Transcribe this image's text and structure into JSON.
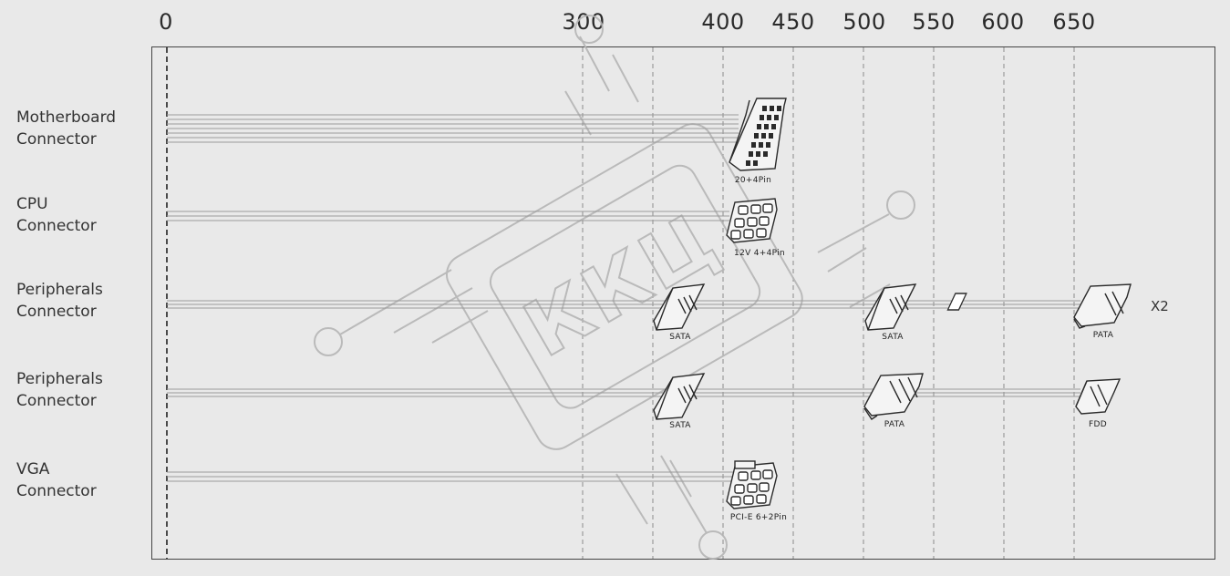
{
  "scale": {
    "ticks": [
      "0",
      "300",
      "400",
      "450",
      "500",
      "550",
      "600",
      "650"
    ]
  },
  "rows": [
    {
      "label_line1": "Motherboard",
      "label_line2": "Connector",
      "connectors": [
        {
          "caption": "20+4Pin",
          "kind": "atx-24pin"
        }
      ]
    },
    {
      "label_line1": "CPU",
      "label_line2": "Connector",
      "connectors": [
        {
          "caption": "12V 4+4Pin",
          "kind": "eps-8pin"
        }
      ]
    },
    {
      "label_line1": "Peripherals",
      "label_line2": "Connector",
      "connectors": [
        {
          "caption": "SATA",
          "kind": "sata"
        },
        {
          "caption": "SATA",
          "kind": "sata"
        },
        {
          "caption": "PATA",
          "kind": "pata"
        }
      ],
      "multiplier": "X2"
    },
    {
      "label_line1": "Peripherals",
      "label_line2": "Connector",
      "connectors": [
        {
          "caption": "SATA",
          "kind": "sata"
        },
        {
          "caption": "PATA",
          "kind": "pata"
        },
        {
          "caption": "FDD",
          "kind": "fdd"
        }
      ]
    },
    {
      "label_line1": "VGA",
      "label_line2": "Connector",
      "connectors": [
        {
          "caption": "PCI-E 6+2Pin",
          "kind": "pcie-8pin"
        }
      ]
    }
  ],
  "watermark": {
    "text": "ККЦ",
    "color": "#b5b5b5"
  },
  "colors": {
    "background": "#e9e9e9",
    "frame": "#444444",
    "cable": "#9a9a9a",
    "gridline": "#8a8a8a",
    "connector_outline": "#2a2a2a"
  }
}
